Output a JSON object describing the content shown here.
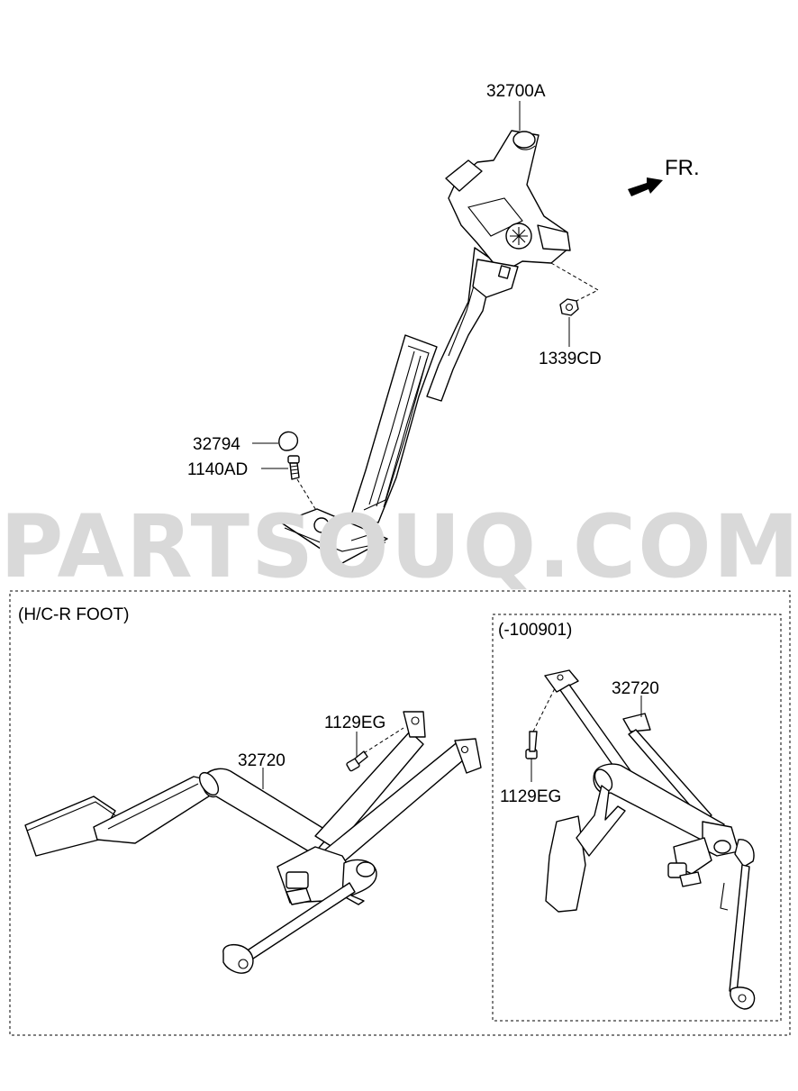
{
  "watermark": "PARTSOUQ.COM",
  "direction_label": "FR.",
  "parts": {
    "pedal_assembly": "32700A",
    "nut": "1339CD",
    "stopper": "32794",
    "bolt": "1140AD"
  },
  "inset_main": {
    "title": "(H/C-R FOOT)",
    "pedal": "32720",
    "bolt": "1129EG"
  },
  "inset_sub": {
    "title": "(-100901)",
    "pedal": "32720",
    "bolt": "1129EG"
  }
}
